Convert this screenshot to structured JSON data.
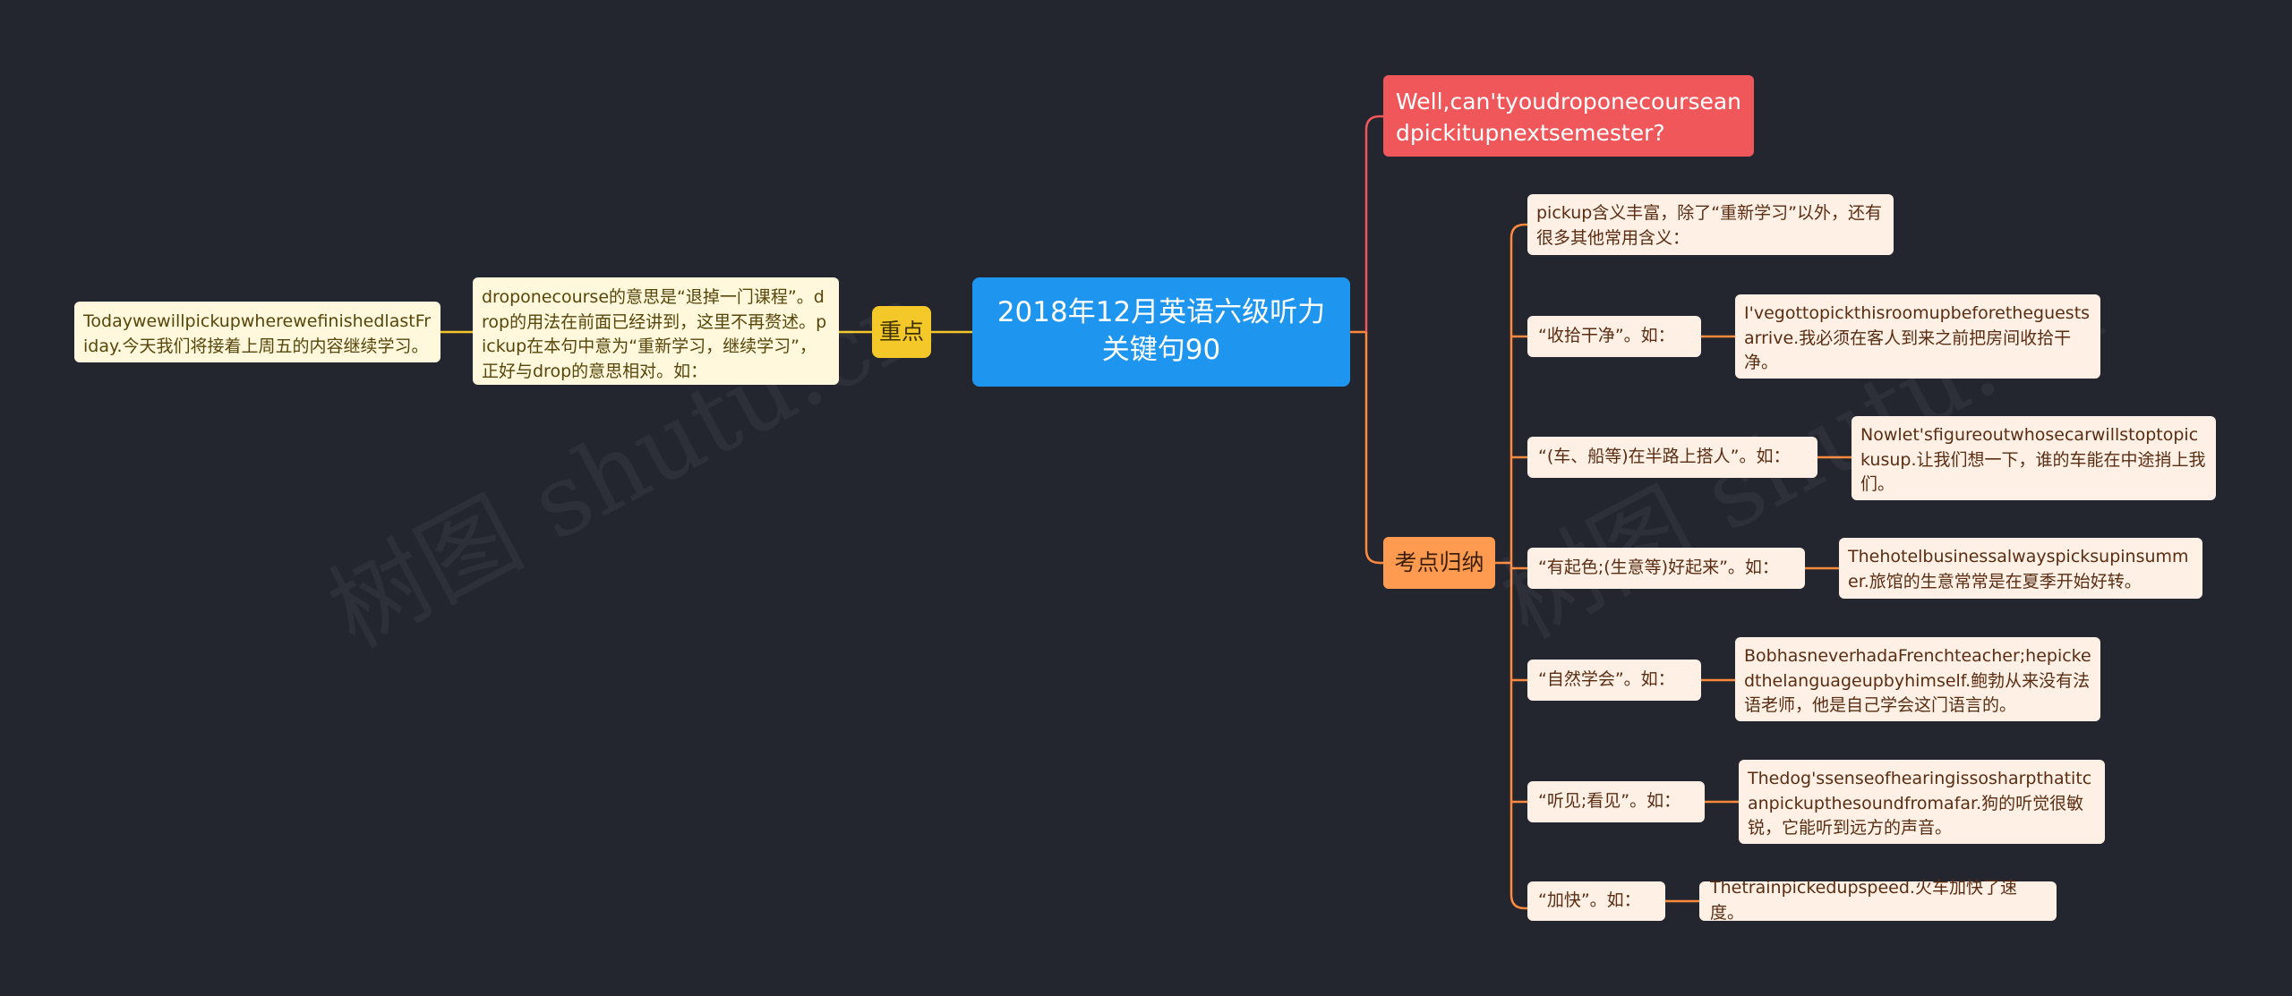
{
  "mindmap": {
    "root": "2018年12月英语六级听力关键句90",
    "left": {
      "tag": "重点",
      "note": "droponecourse的意思是“退掉一门课程”。drop的用法在前面已经讲到，这里不再赘述。pickup在本句中意为“重新学习，继续学习”，正好与drop的意思相对。如：",
      "example": "TodaywewillpickupwherewefinishedlastFriday.今天我们将接着上周五的内容继续学习。"
    },
    "right": {
      "question": "Well,can'tyoudroponecourseandpickitupnextsemester?",
      "summary_tag": "考点归纳",
      "intro": "pickup含义丰富，除了“重新学习”以外，还有很多其他常用含义：",
      "items": [
        {
          "label": "“收拾干净”。如：",
          "example": "I'vegottopickthisroomupbeforetheguestsarrive.我必须在客人到来之前把房间收拾干净。"
        },
        {
          "label": "“(车、船等)在半路上搭人”。如：",
          "example": "Nowlet'sfigureoutwhosecarwillstoptopickusup.让我们想一下，谁的车能在中途捎上我们。"
        },
        {
          "label": "“有起色;(生意等)好起来”。如：",
          "example": "Thehotelbusinessalwayspicksupinsummer.旅馆的生意常常是在夏季开始好转。"
        },
        {
          "label": "“自然学会”。如：",
          "example": "BobhasneverhadaFrenchteacher;hepickedthelanguageupbyhimself.鲍勃从来没有法语老师，他是自己学会这门语言的。"
        },
        {
          "label": "“听见;看见”。如：",
          "example": "Thedog'ssenseofhearingissosharpthatitcanpickupthesoundfromafar.狗的听觉很敏锐，它能听到远方的声音。"
        },
        {
          "label": "“加快”。如：",
          "example": "Thetrainpickedupspeed.火车加快了速度。"
        }
      ]
    },
    "watermark": "树图 shutu.cn",
    "colors": {
      "background": "#23252f",
      "root": "#1e96f0",
      "tag": "#f5c829",
      "question": "#f0575a",
      "summary": "#ff9b50",
      "left_line": "#f5c829",
      "right_line": "#ff8a3d"
    }
  }
}
